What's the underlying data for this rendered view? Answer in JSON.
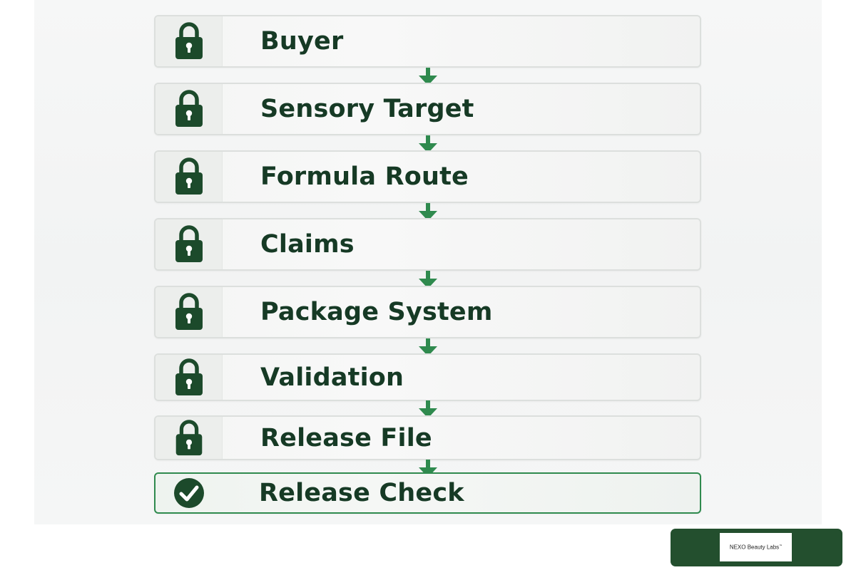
{
  "steps": [
    {
      "label": "Buyer",
      "icon": "lock-icon",
      "status": "locked"
    },
    {
      "label": "Sensory Target",
      "icon": "lock-icon",
      "status": "locked"
    },
    {
      "label": "Formula Route",
      "icon": "lock-icon",
      "status": "locked"
    },
    {
      "label": "Claims",
      "icon": "lock-icon",
      "status": "locked"
    },
    {
      "label": "Package System",
      "icon": "lock-icon",
      "status": "locked"
    },
    {
      "label": "Validation",
      "icon": "lock-icon",
      "status": "locked"
    },
    {
      "label": "Release File",
      "icon": "lock-icon",
      "status": "locked"
    },
    {
      "label": "Release Check",
      "icon": "check-circle-icon",
      "status": "complete"
    }
  ],
  "brand": {
    "name": "NEXO Beauty Labs",
    "mark": "™"
  },
  "colors": {
    "icon_dark_green": "#1c4a2b",
    "arrow_green": "#2f8a4e",
    "final_border": "#2f8a4e",
    "label_text": "#163a25",
    "brand_bar": "#234f2e"
  }
}
